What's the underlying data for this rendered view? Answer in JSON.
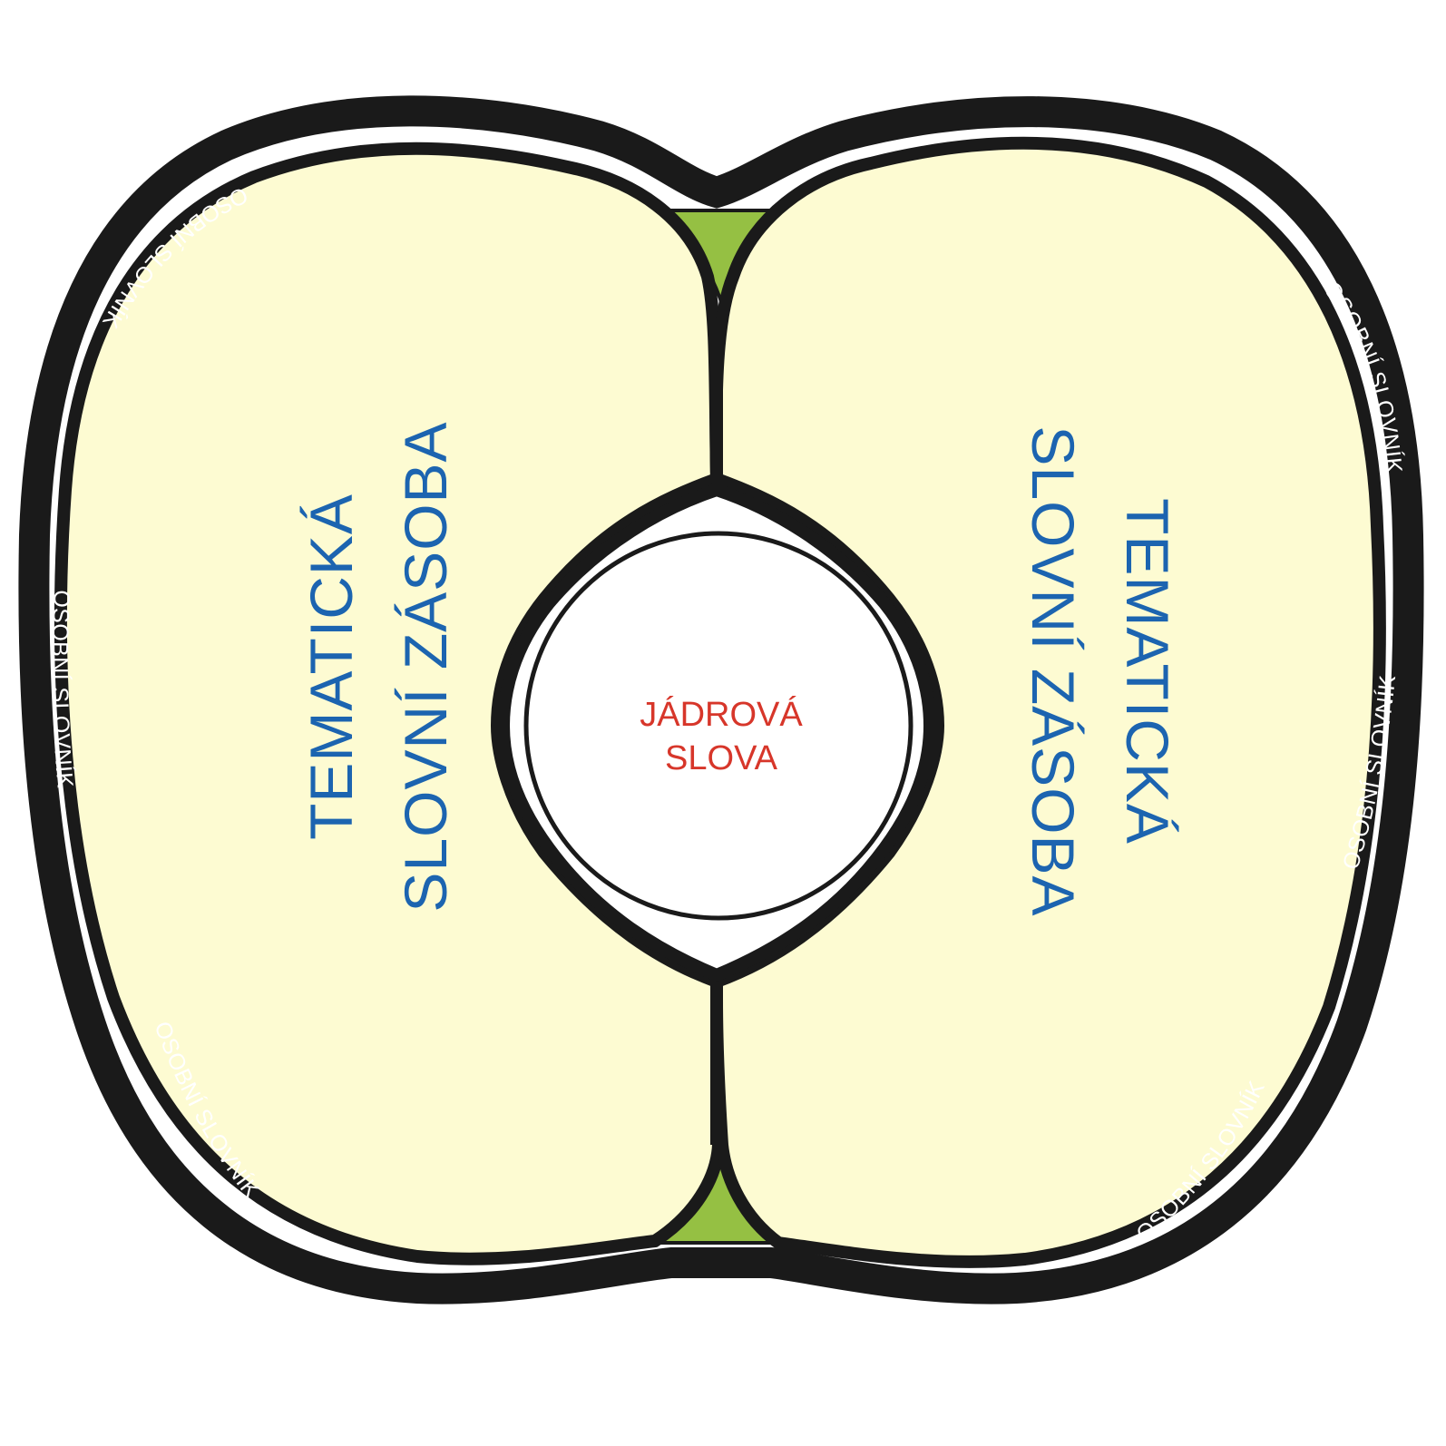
{
  "colors": {
    "outline": "#1a1a1a",
    "flesh": "#fdfbd2",
    "leaf_green": "#95c043",
    "core_fill": "#ffffff",
    "thematic_text": "#1c64b0",
    "core_text": "#d7362a",
    "rim_text": "#ffffff"
  },
  "outer_ring": {
    "label": "OSOBNÍ SLOVNÍK"
  },
  "left_half": {
    "line1": "TEMATICKÁ",
    "line2": "SLOVNÍ ZÁSOBA"
  },
  "right_half": {
    "line1": "TEMATICKÁ",
    "line2": "SLOVNÍ ZÁSOBA"
  },
  "core": {
    "line1": "JÁDROVÁ",
    "line2": "SLOVA"
  }
}
